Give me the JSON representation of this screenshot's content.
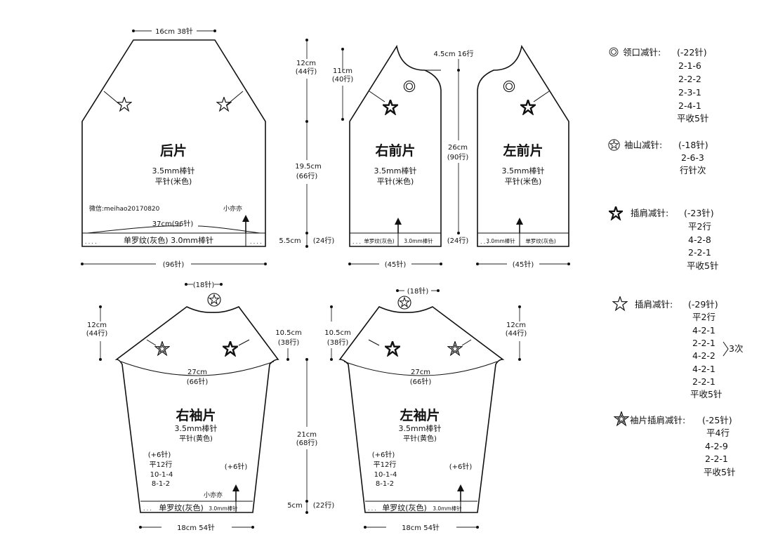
{
  "pieces": {
    "back": {
      "title": "后片",
      "needle": "3.5mm棒针",
      "stitch": "平针(米色)",
      "top_width": "16cm  38针",
      "width": "37cm(96针)",
      "rib": "单罗纹(灰色)  3.0mm棒针",
      "bottom_count": "(96针)",
      "wechat": "微信:meihao20170820",
      "author": "小亦亦"
    },
    "right_front": {
      "title": "右前片",
      "needle": "3.5mm棒针",
      "stitch": "平针(米色)",
      "rib": "单罗纹(灰色)",
      "rib_needle": "3.0mm棒针",
      "bottom_count": "(45针)",
      "neck_depth": "11cm",
      "neck_rows": "(40行)"
    },
    "left_front": {
      "title": "左前片",
      "needle": "3.5mm棒针",
      "stitch": "平针(米色)",
      "rib": "单罗纹(灰色)",
      "rib_needle": "3.0mm棒针",
      "bottom_count": "(45针)",
      "neck_width": "4.5cm 16行",
      "body_len": "26cm",
      "body_rows": "(90行)"
    },
    "right_sleeve": {
      "title": "右袖片",
      "needle": "3.5mm棒针",
      "stitch": "平针(黄色)",
      "top_count": "(18针)",
      "width": "27cm",
      "width_count": "(66针)",
      "inc": "(+6针)",
      "inc_rows": [
        "平12行",
        "10-1-4",
        "8-1-2"
      ],
      "inc_right": "(+6针)",
      "rib": "单罗纹(灰色)",
      "rib_needle": "3.0mm棒针",
      "bottom": "18cm  54针",
      "cap_h": "12cm",
      "cap_rows": "(44行)",
      "cap_r": "10.5cm",
      "cap_r_rows": "(38行)",
      "author": "小亦亦"
    },
    "left_sleeve": {
      "title": "左袖片",
      "needle": "3.5mm棒针",
      "stitch": "平针(黄色)",
      "top_count": "(18针)",
      "width": "27cm",
      "width_count": "(66针)",
      "inc": "(+6针)",
      "inc_rows": [
        "平12行",
        "10-1-4",
        "8-1-2"
      ],
      "inc_right": "(+6针)",
      "rib": "单罗纹(灰色)",
      "rib_needle": "3.0mm棒针",
      "bottom": "18cm  54针",
      "cap_l": "10.5cm",
      "cap_l_rows": "(38行)",
      "cap_h": "12cm",
      "cap_rows": "(44行)"
    }
  },
  "vertical_dims": {
    "shoulder": "12cm",
    "shoulder_rows": "(44行)",
    "body": "19.5cm",
    "body_rows": "(66行)",
    "rib": "5.5cm",
    "rib_rows": "(24行)",
    "front_rib_rows": "(24行)",
    "sleeve_len": "21cm",
    "sleeve_rows": "(68行)",
    "sleeve_rib": "5cm",
    "sleeve_rib_rows": "(22行)"
  },
  "legend": [
    {
      "icon": "double-circle-icon",
      "label": "领口减针:",
      "total": "(-22针)",
      "rows": [
        "2-1-6",
        "2-2-2",
        "2-3-1",
        "2-4-1",
        "平收5针"
      ]
    },
    {
      "icon": "circled-star-icon",
      "label": "袖山减针:",
      "total": "(-18针)",
      "rows": [
        "2-6-3",
        "行针次"
      ]
    },
    {
      "icon": "bold-star-icon",
      "label": "插肩减针:",
      "total": "(-23针)",
      "rows": [
        "平2行",
        "4-2-8",
        "2-2-1",
        "平收5针"
      ]
    },
    {
      "icon": "outline-star-icon",
      "label": "插肩减针:",
      "total": "(-29针)",
      "rows": [
        "平2行",
        "4-2-1",
        "2-2-1",
        "4-2-2",
        "4-2-1",
        "2-2-1",
        "平收5针"
      ],
      "repeat": "3次"
    },
    {
      "icon": "double-star-icon",
      "label": "袖片插肩减针:",
      "total": "(-25针)",
      "rows": [
        "平4行",
        "4-2-9",
        "2-2-1",
        "平收5针"
      ]
    }
  ]
}
